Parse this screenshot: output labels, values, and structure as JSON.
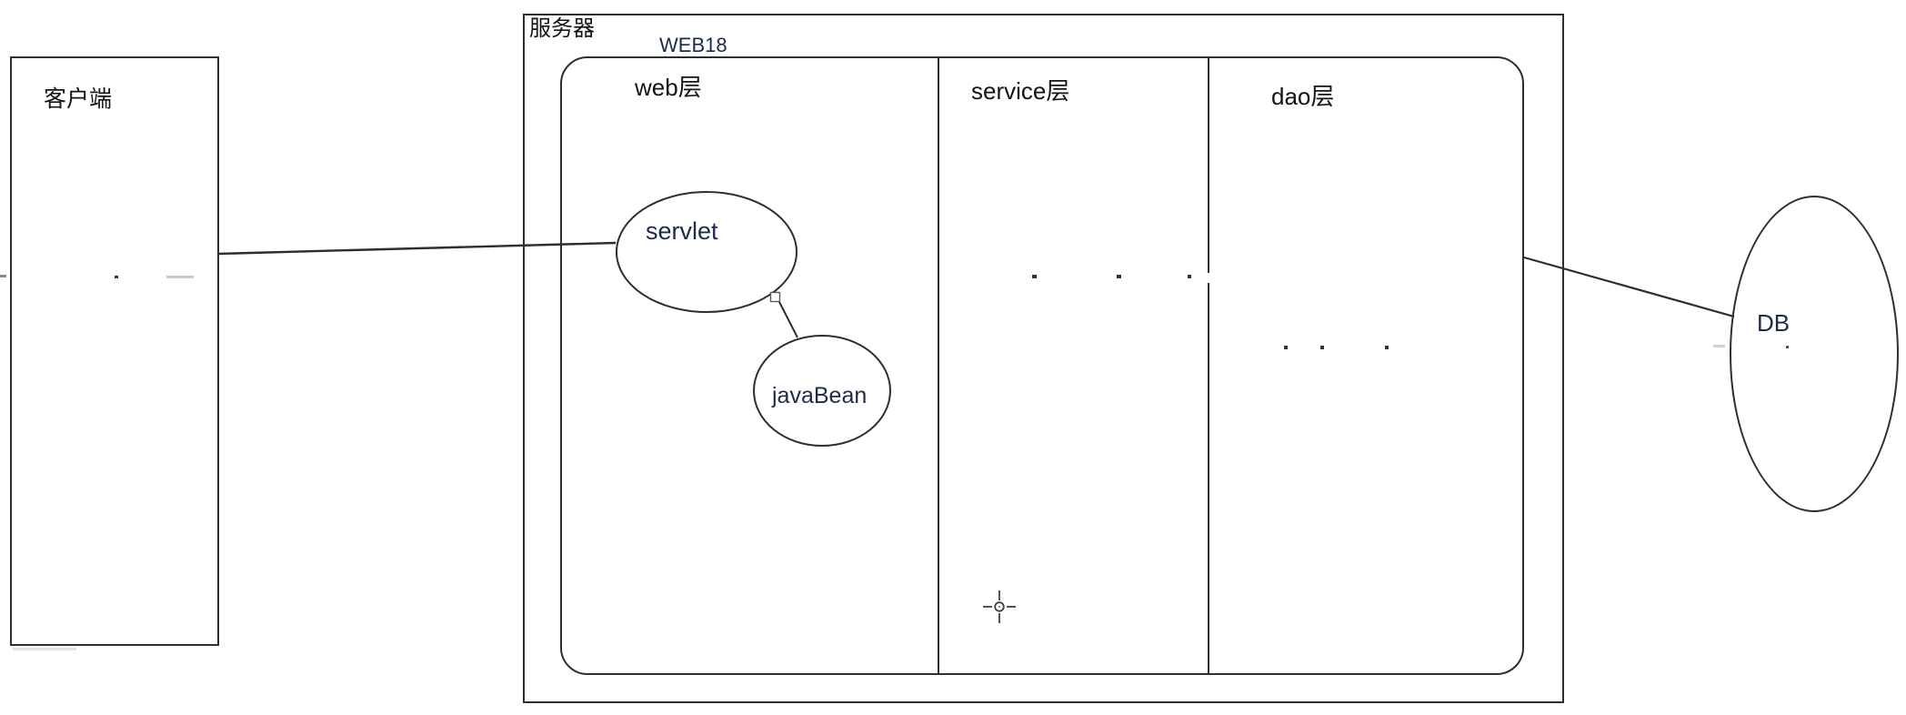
{
  "diagram": {
    "client": {
      "label": "客户端"
    },
    "server": {
      "label": "服务器",
      "tag": "WEB18",
      "layers": [
        {
          "label": "web层"
        },
        {
          "label": "service层"
        },
        {
          "label": "dao层"
        }
      ]
    },
    "nodes": {
      "servlet": {
        "label": "servlet"
      },
      "javabean": {
        "label": "javaBean"
      },
      "db": {
        "label": "DB"
      }
    },
    "connections": [
      {
        "from": "client",
        "to": "servlet"
      },
      {
        "from": "servlet",
        "to": "javabean"
      },
      {
        "from": "dao-layer",
        "to": "db"
      }
    ],
    "colors": {
      "line": "#2e2e2e",
      "cjk_text": "#141414",
      "latin_text": "#1d2b4a",
      "background": "#ffffff"
    }
  }
}
